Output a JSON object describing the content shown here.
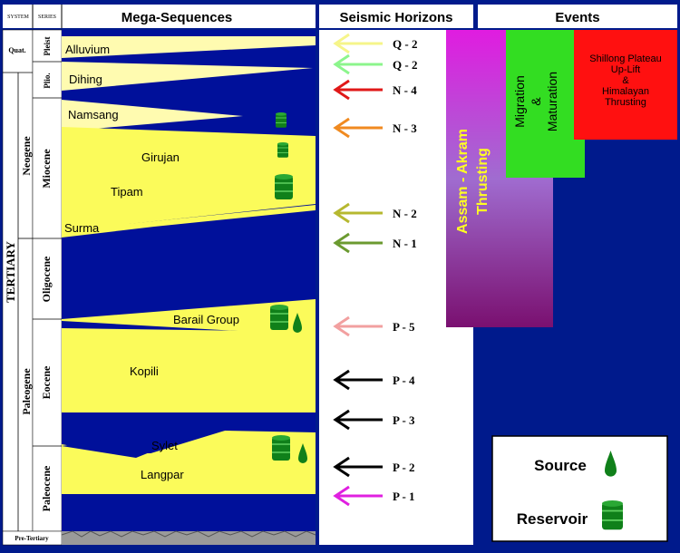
{
  "headers": {
    "system": "SYSTEM",
    "series": "SERIES",
    "mega_sequences": "Mega-Sequences",
    "seismic_horizons": "Seismic Horizons",
    "events": "Events"
  },
  "systems": {
    "quat": "Quat.",
    "tertiary": "TERTIARY",
    "neogene": "Neogene",
    "paleogene": "Paleogene",
    "pre_tertiary": "Pre-Tertiary"
  },
  "series": {
    "pleist": "Pleist",
    "plio": "Plio.",
    "miocene": "Miocene",
    "oligocene": "Oligocene",
    "eocene": "Eocene",
    "paleocene": "Paleocene"
  },
  "formations": {
    "alluvium": "Alluvium",
    "dihing": "Dihing",
    "namsang": "Namsang",
    "girujan": "Girujan",
    "tipam": "Tipam",
    "surma": "Surma",
    "barail": "Barail Group",
    "kopili": "Kopili",
    "sylet": "Sylet",
    "langpar": "Langpar"
  },
  "horizons": [
    {
      "label": "Q - 2",
      "color": "#f6f58a"
    },
    {
      "label": "Q - 2",
      "color": "#8cf58c"
    },
    {
      "label": "N - 4",
      "color": "#e01818"
    },
    {
      "label": "N - 3",
      "color": "#f08a20"
    },
    {
      "label": "N - 2",
      "color": "#b6b830"
    },
    {
      "label": "N - 1",
      "color": "#6b9a30"
    },
    {
      "label": "P - 5",
      "color": "#f2a0a0"
    },
    {
      "label": "P - 4",
      "color": "#000000"
    },
    {
      "label": "P - 3",
      "color": "#000000"
    },
    {
      "label": "P - 2",
      "color": "#000000"
    },
    {
      "label": "P - 1",
      "color": "#e020e0"
    }
  ],
  "events": {
    "assam_akram_1": "Assam - Akram",
    "assam_akram_2": "Thrusting",
    "migration_1": "Migration",
    "migration_2": "&",
    "migration_3": "Maturation",
    "shillong_1": "Shillong Plateau",
    "shillong_2": "Up-Lift",
    "shillong_3": "&",
    "shillong_4": "Himalayan",
    "shillong_5": "Thrusting"
  },
  "legend": {
    "source": "Source",
    "reservoir": "Reservoir"
  },
  "colors": {
    "background": "#001a8c",
    "sequence_fill": "#fbfb5a",
    "light_sequence_fill": "#fffbb0",
    "basin_blue": "#00109a",
    "reservoir_green": "#10801a",
    "migration_green": "#33dd22",
    "shillong_red": "#ff1010"
  }
}
